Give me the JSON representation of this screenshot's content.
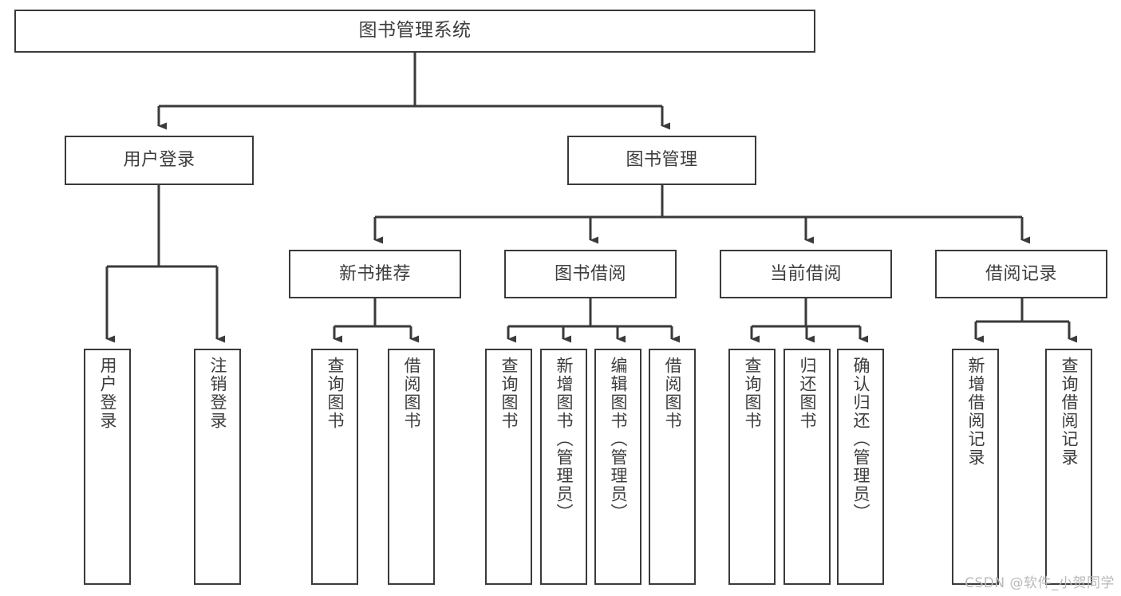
{
  "diagram": {
    "title": "图书管理系统",
    "type": "tree-hierarchy",
    "stroke_color": "#3a3a3a",
    "text_color": "#3d3d3d",
    "background_color": "#ffffff",
    "watermark": "CSDN @软件_小贺同学"
  },
  "nodes": {
    "root": {
      "label": "图书管理系统"
    },
    "level2": [
      {
        "label": "用户登录"
      },
      {
        "label": "图书管理"
      }
    ],
    "level3": [
      {
        "label": "新书推荐"
      },
      {
        "label": "图书借阅"
      },
      {
        "label": "当前借阅"
      },
      {
        "label": "借阅记录"
      }
    ],
    "leaves": {
      "user_login": [
        {
          "label": "用户登录"
        },
        {
          "label": "注销登录"
        }
      ],
      "new_book": [
        {
          "label": "查询图书"
        },
        {
          "label": "借阅图书"
        }
      ],
      "book_borrow": [
        {
          "label": "查询图书"
        },
        {
          "label": "新增图书（管理员）"
        },
        {
          "label": "编辑图书（管理员）"
        },
        {
          "label": "借阅图书"
        }
      ],
      "current_borrow": [
        {
          "label": "查询图书"
        },
        {
          "label": "归还图书"
        },
        {
          "label": "确认归还（管理员）"
        }
      ],
      "borrow_record": [
        {
          "label": "新增借阅记录"
        },
        {
          "label": "查询借阅记录"
        }
      ]
    }
  }
}
